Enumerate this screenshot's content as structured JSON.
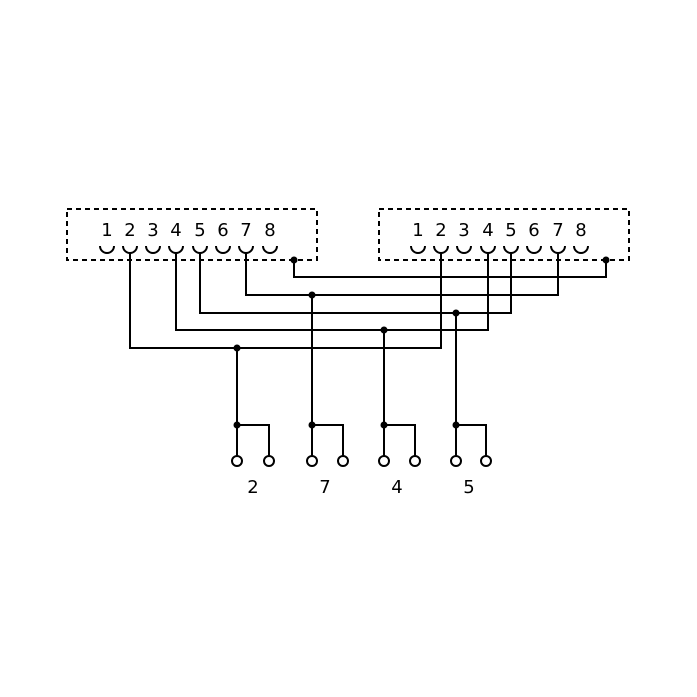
{
  "connectors": [
    {
      "pins": [
        "1",
        "2",
        "3",
        "4",
        "5",
        "6",
        "7",
        "8"
      ]
    },
    {
      "pins": [
        "1",
        "2",
        "3",
        "4",
        "5",
        "6",
        "7",
        "8"
      ]
    }
  ],
  "terminals": [
    {
      "label": "2"
    },
    {
      "label": "7"
    },
    {
      "label": "4"
    },
    {
      "label": "5"
    }
  ]
}
